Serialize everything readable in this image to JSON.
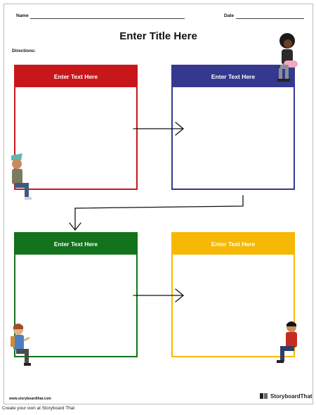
{
  "header": {
    "name_label": "Name",
    "date_label": "Date",
    "title": "Enter Title Here",
    "directions_label": "Directions:"
  },
  "panels": [
    {
      "heading": "Enter Text Here",
      "color": "#c8171b"
    },
    {
      "heading": "Enter Text Here",
      "color": "#34398f"
    },
    {
      "heading": "Enter Text Here",
      "color": "#13721c"
    },
    {
      "heading": "Enter Text Here",
      "color": "#f6b805"
    }
  ],
  "footer": {
    "url": "www.storyboardthat.com",
    "brand": "StoryboardThat"
  },
  "caption": "Create your own at Storyboard That"
}
